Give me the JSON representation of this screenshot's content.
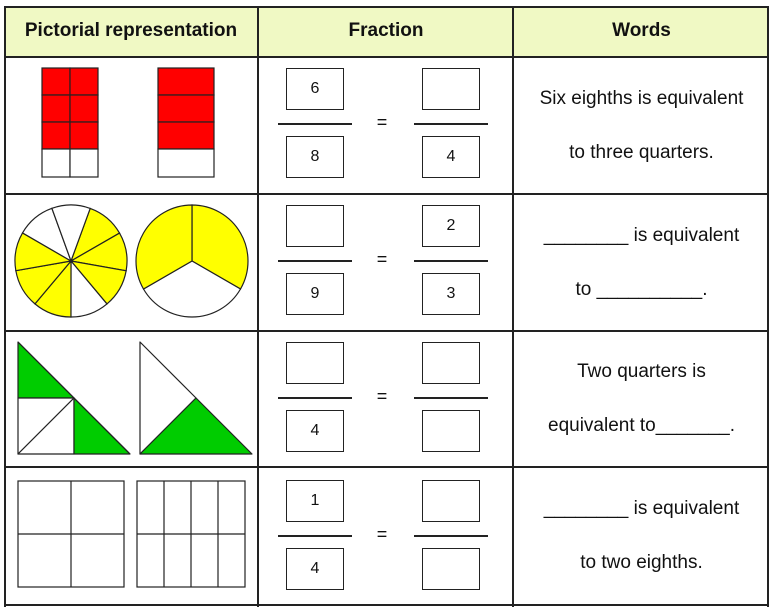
{
  "headers": {
    "pictorial": "Pictorial representation",
    "fraction": "Fraction",
    "words": "Words"
  },
  "rows": [
    {
      "left_top": "6",
      "left_bottom": "8",
      "right_top": "",
      "right_bottom": "4",
      "equals": "=",
      "words_line1": "Six eighths is equivalent",
      "words_line2": "to three quarters."
    },
    {
      "left_top": "",
      "left_bottom": "9",
      "right_top": "2",
      "right_bottom": "3",
      "equals": "=",
      "words_line1": "________ is equivalent",
      "words_line2": "to __________."
    },
    {
      "left_top": "",
      "left_bottom": "4",
      "right_top": "",
      "right_bottom": "",
      "equals": "=",
      "words_line1": "Two quarters is",
      "words_line2": "equivalent  to_______."
    },
    {
      "left_top": "1",
      "left_bottom": "4",
      "right_top": "",
      "right_bottom": "",
      "equals": "=",
      "words_line1": "________ is equivalent",
      "words_line2": "to two eighths."
    }
  ],
  "colors": {
    "header_bg": "#f0f9c4",
    "red": "#ff0000",
    "yellow": "#ffff00",
    "green": "#00cc00"
  }
}
